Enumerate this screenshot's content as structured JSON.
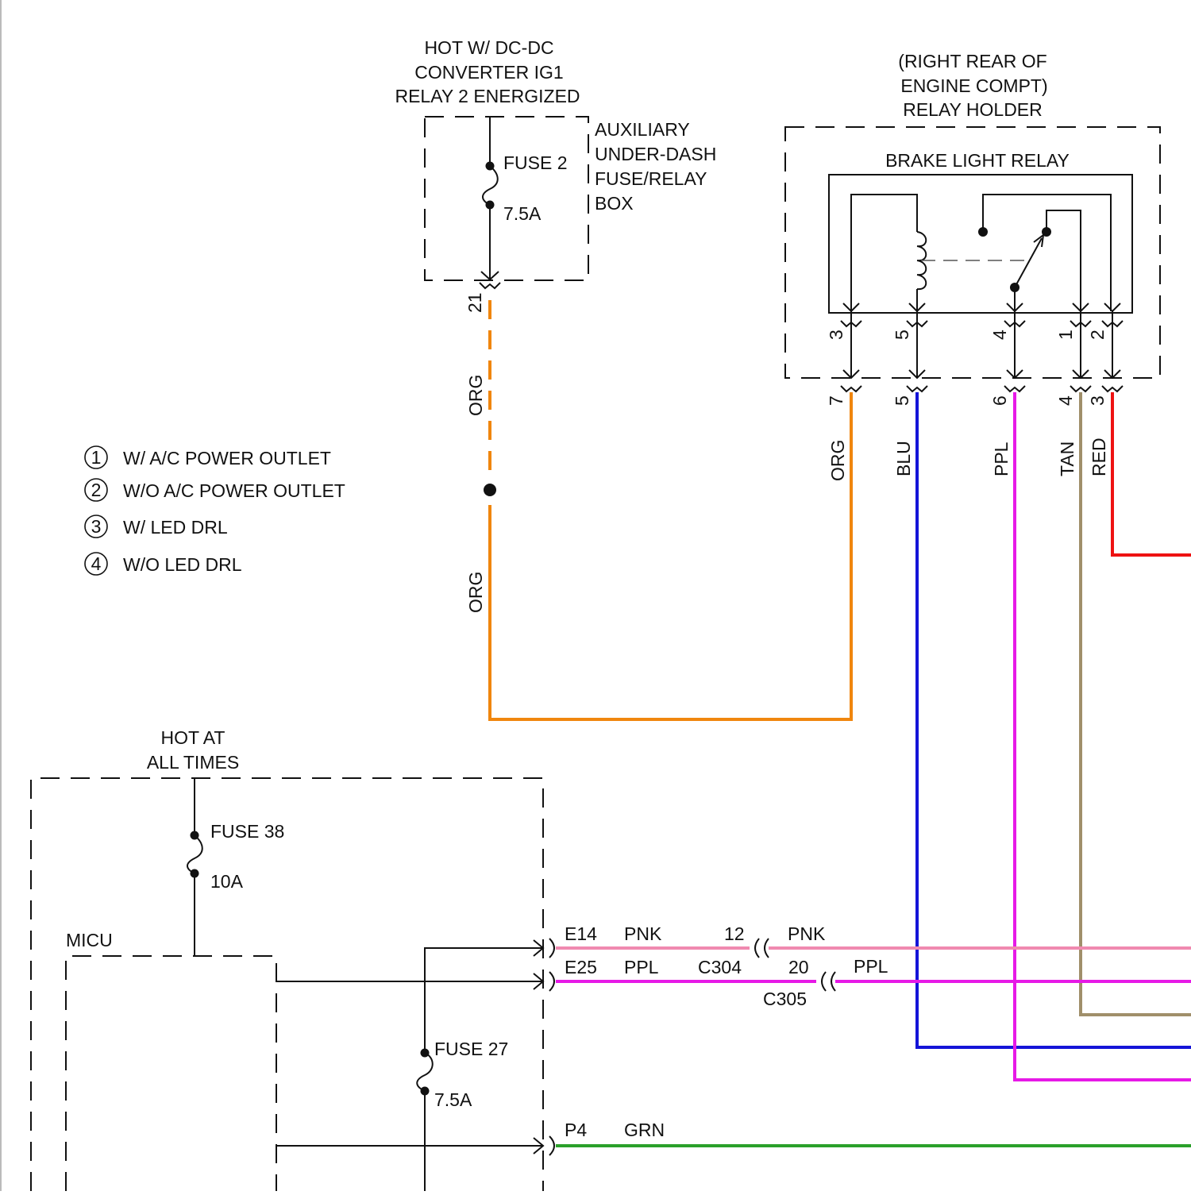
{
  "colors": {
    "ORG": "#f0860e",
    "BLU": "#1414d8",
    "PPL": "#e619e6",
    "TAN": "#a08f6a",
    "RED": "#ee1212",
    "PNK": "#f08ab0",
    "GRN": "#2aa02a"
  },
  "top_fuse_box": {
    "supply_label": [
      "HOT W/ DC-DC",
      "CONVERTER IG1",
      "RELAY 2 ENERGIZED"
    ],
    "box_label": [
      "AUXILIARY",
      "UNDER-DASH",
      "FUSE/RELAY",
      "BOX"
    ],
    "fuse_name": "FUSE 2",
    "fuse_rating": "7.5A",
    "pin": "21",
    "wire_upper": "ORG",
    "wire_lower": "ORG"
  },
  "relay_holder": {
    "location_label": [
      "(RIGHT REAR OF",
      "ENGINE COMPT)",
      "RELAY HOLDER"
    ],
    "relay_name": "BRAKE LIGHT RELAY",
    "relay_pins": [
      "3",
      "5",
      "4",
      "1",
      "2"
    ],
    "harness_pins": [
      "7",
      "5",
      "6",
      "4",
      "3"
    ],
    "wire_colors": [
      "ORG",
      "BLU",
      "PPL",
      "TAN",
      "RED"
    ]
  },
  "legend": [
    {
      "num": "1",
      "text": "W/ A/C POWER OUTLET"
    },
    {
      "num": "2",
      "text": "W/O A/C POWER OUTLET"
    },
    {
      "num": "3",
      "text": "W/ LED DRL"
    },
    {
      "num": "4",
      "text": "W/O LED DRL"
    }
  ],
  "lower_box": {
    "supply_label": [
      "HOT AT",
      "ALL TIMES"
    ],
    "fuse38_name": "FUSE 38",
    "fuse38_rating": "10A",
    "micu_label": "MICU",
    "fuse27_name": "FUSE 27",
    "fuse27_rating": "7.5A"
  },
  "outputs": [
    {
      "pin": "E14",
      "color": "PNK",
      "conn_pin": "12",
      "conn_color": "PNK"
    },
    {
      "pin": "E25",
      "color": "PPL",
      "conn_name": "C304",
      "conn_pin": "20",
      "conn_color": "PPL",
      "conn2_name": "C305"
    },
    {
      "pin": "P4",
      "color": "GRN"
    }
  ]
}
